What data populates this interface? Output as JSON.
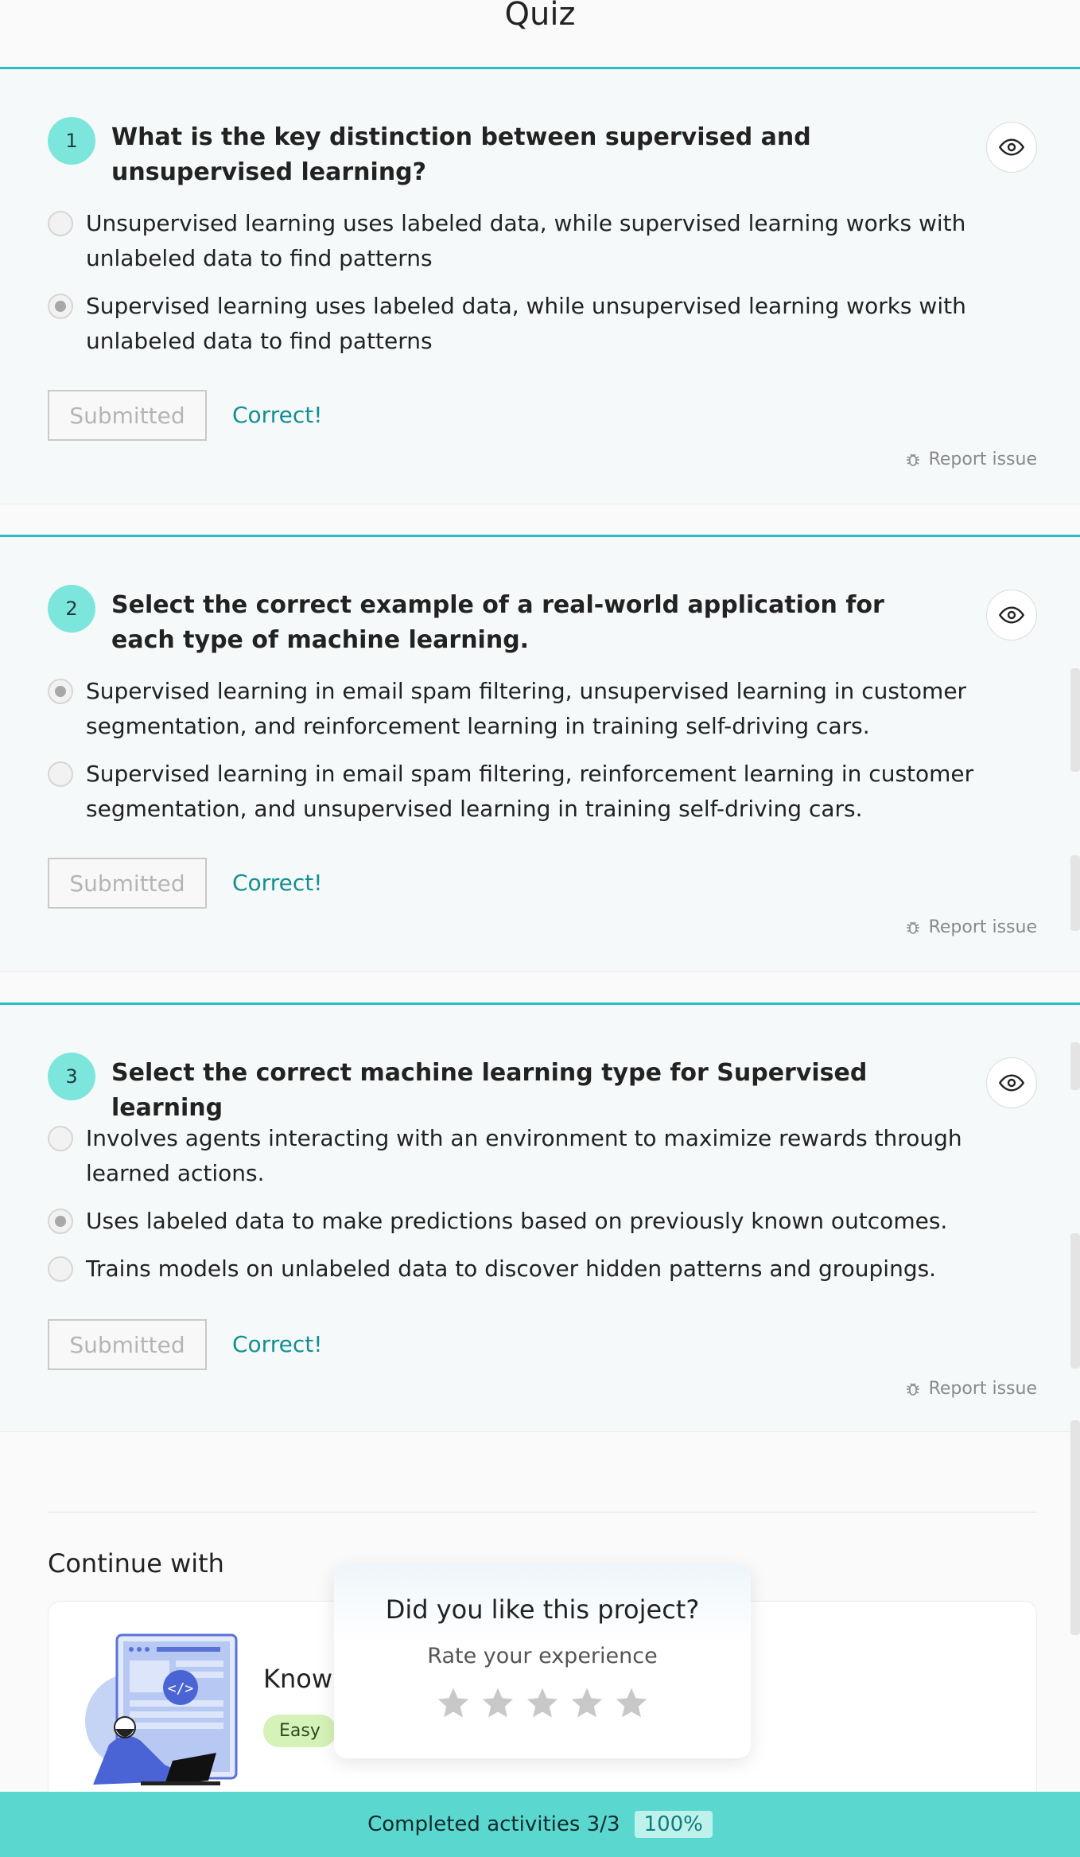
{
  "page": {
    "title": "Quiz"
  },
  "questions": [
    {
      "number": "1",
      "text": "What is the key distinction between supervised and unsupervised learning?",
      "options": [
        {
          "text": "Unsupervised learning uses labeled data, while supervised learning works with unlabeled data to find patterns",
          "selected": false
        },
        {
          "text": "Supervised learning uses labeled data, while unsupervised learning works with unlabeled data to find patterns",
          "selected": true
        }
      ],
      "submit_label": "Submitted",
      "result": "Correct!",
      "report_label": "Report issue"
    },
    {
      "number": "2",
      "text": "Select the correct example of a real-world application for each type of machine learning.",
      "options": [
        {
          "text": "Supervised learning in email spam filtering, unsupervised learning in customer segmentation, and reinforcement learning in training self-driving cars.",
          "selected": true
        },
        {
          "text": "Supervised learning in email spam filtering, reinforcement learning in customer segmentation, and unsupervised learning in training self-driving cars.",
          "selected": false
        }
      ],
      "submit_label": "Submitted",
      "result": "Correct!",
      "report_label": "Report issue"
    },
    {
      "number": "3",
      "text": "Select the correct machine learning type for Supervised learning",
      "options": [
        {
          "text": "Involves agents interacting with an environment to maximize rewards through learned actions.",
          "selected": false
        },
        {
          "text": "Uses labeled data to make predictions based on previously known outcomes.",
          "selected": true
        },
        {
          "text": "Trains models on unlabeled data to discover hidden patterns and groupings.",
          "selected": false
        }
      ],
      "submit_label": "Submitted",
      "result": "Correct!",
      "report_label": "Report issue"
    }
  ],
  "continue": {
    "title": "Continue with",
    "course_title": "Knowl",
    "difficulty": "Easy"
  },
  "rating": {
    "title": "Did you like this project?",
    "subtitle": "Rate your experience",
    "stars": 5,
    "selected": 0
  },
  "progress": {
    "label": "Completed activities 3/3",
    "percent": "100%"
  },
  "colors": {
    "accent": "#2bbcc6",
    "bottom_bar": "#5ad8d0",
    "correct": "#128f93",
    "badge": "#7de6dc"
  }
}
